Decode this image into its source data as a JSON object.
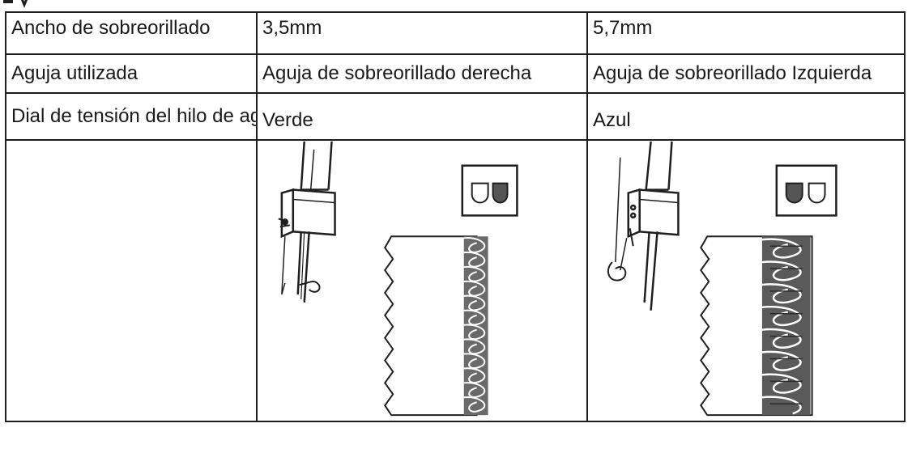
{
  "table": {
    "row_width": {
      "label": "Ancho de sobreorillado",
      "right_value": "3,5mm",
      "left_value": "5,7mm"
    },
    "row_needle": {
      "label": "Aguja utilizada",
      "right_value": "Aguja de sobreorillado derecha",
      "left_value": "Aguja de sobreorillado Izquierda"
    },
    "row_tension": {
      "label": "Dial de tensión del hilo de aguja",
      "right_value": "Verde",
      "left_value": "Azul"
    }
  },
  "illustrations": {
    "right_needle": {
      "needle_icon": "needle-clamp-right-icon",
      "indicator_icon": "needle-indicator-right-filled-icon",
      "stitch_icon": "overlock-stitch-narrow-icon"
    },
    "left_needle": {
      "needle_icon": "needle-clamp-left-icon",
      "indicator_icon": "needle-indicator-left-filled-icon",
      "stitch_icon": "overlock-stitch-wide-icon"
    }
  },
  "colors": {
    "ink": "#1f1f1f",
    "stitch_fill": "#5a5a5a",
    "indicator_fill": "#555555",
    "paper": "#ffffff"
  }
}
